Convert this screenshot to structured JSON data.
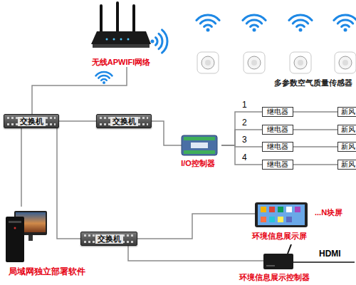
{
  "diagram": {
    "nodes": [
      {
        "text": [
          "无线APWIFI网络"
        ]
      },
      {
        "text": [
          "交换机"
        ]
      },
      {
        "text": [
          "交换机"
        ]
      },
      {
        "text": [
          "I/O控制器"
        ]
      },
      {
        "text": [
          "继电器"
        ]
      },
      {
        "text": [
          "继电器"
        ]
      },
      {
        "text": [
          "继电器"
        ]
      },
      {
        "text": [
          "继电器"
        ]
      },
      {
        "text": [
          "新风"
        ]
      },
      {
        "text": [
          "新风"
        ]
      },
      {
        "text": [
          "新风"
        ]
      },
      {
        "text": [
          "新风"
        ]
      },
      {
        "text": [
          "交换机"
        ]
      },
      {
        "text": [
          "环境信息展示屏"
        ]
      },
      {
        "text": [
          "环境信息展示控制器"
        ]
      },
      {
        "text": [
          "局域网独立部署软件"
        ]
      }
    ],
    "edges": [
      {
        "from": 0,
        "to": 1,
        "arrow": "none"
      },
      {
        "from": 1,
        "to": 2,
        "arrow": "none"
      },
      {
        "from": 1,
        "to": 12,
        "arrow": "none"
      },
      {
        "from": 1,
        "to": 15,
        "arrow": "none"
      },
      {
        "from": 2,
        "to": 3,
        "arrow": "none"
      },
      {
        "from": 3,
        "to": 4,
        "arrow": "none"
      },
      {
        "from": 3,
        "to": 5,
        "arrow": "none"
      },
      {
        "from": 3,
        "to": 6,
        "arrow": "none"
      },
      {
        "from": 3,
        "to": 7,
        "arrow": "none"
      },
      {
        "from": 4,
        "to": 8,
        "arrow": "none"
      },
      {
        "from": 5,
        "to": 9,
        "arrow": "none"
      },
      {
        "from": 6,
        "to": 10,
        "arrow": "none"
      },
      {
        "from": 7,
        "to": 11,
        "arrow": "none"
      },
      {
        "from": 12,
        "to": 13,
        "arrow": "none"
      },
      {
        "from": 12,
        "to": 14,
        "arrow": "none"
      }
    ],
    "labels": [
      "多参数空气质量传感器",
      "1",
      "2",
      "3",
      "4",
      "...N块屏",
      "HDMI"
    ]
  }
}
